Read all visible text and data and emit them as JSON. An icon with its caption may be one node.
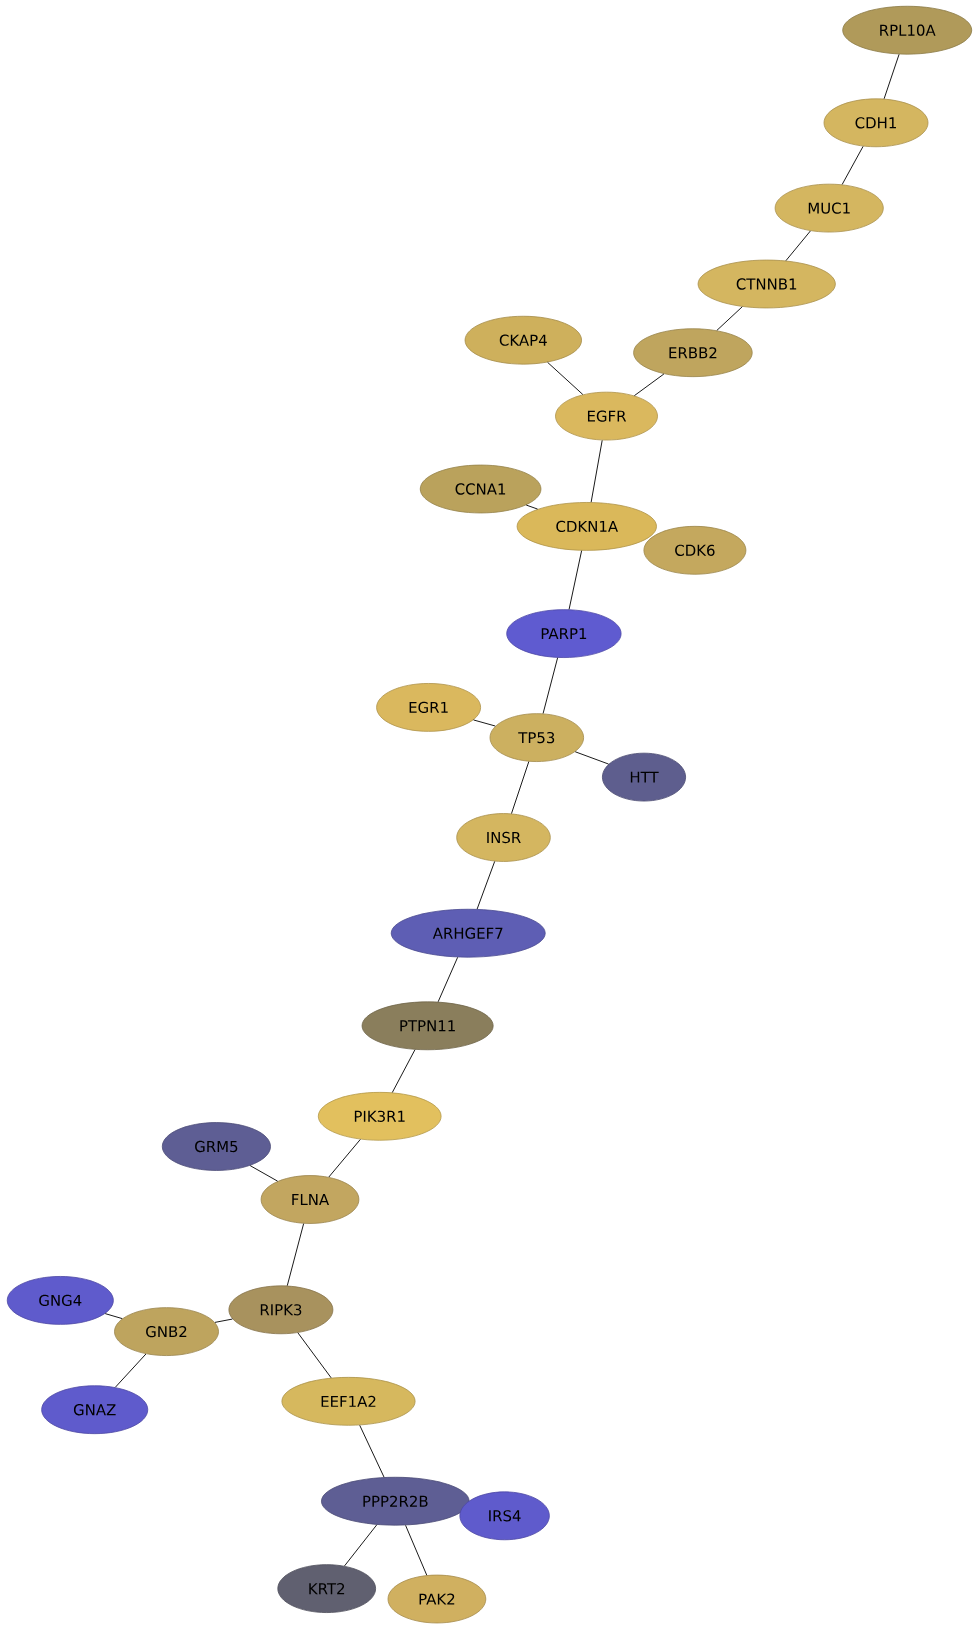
{
  "diagram": {
    "nodes": [
      {
        "text": [
          "RPL10A"
        ]
      },
      {
        "text": [
          "CDH1"
        ]
      },
      {
        "text": [
          "MUC1"
        ]
      },
      {
        "text": [
          "CTNNB1"
        ]
      },
      {
        "text": [
          "ERBB2"
        ]
      },
      {
        "text": [
          "CKAP4"
        ]
      },
      {
        "text": [
          "EGFR"
        ]
      },
      {
        "text": [
          "CCNA1"
        ]
      },
      {
        "text": [
          "CDKN1A"
        ]
      },
      {
        "text": [
          "CDK6"
        ]
      },
      {
        "text": [
          "PARP1"
        ]
      },
      {
        "text": [
          "EGR1"
        ]
      },
      {
        "text": [
          "TP53"
        ]
      },
      {
        "text": [
          "HTT"
        ]
      },
      {
        "text": [
          "INSR"
        ]
      },
      {
        "text": [
          "ARHGEF7"
        ]
      },
      {
        "text": [
          "PTPN11"
        ]
      },
      {
        "text": [
          "PIK3R1"
        ]
      },
      {
        "text": [
          "GRM5"
        ]
      },
      {
        "text": [
          "FLNA"
        ]
      },
      {
        "text": [
          "GNG4"
        ]
      },
      {
        "text": [
          "RIPK3"
        ]
      },
      {
        "text": [
          "GNB2"
        ]
      },
      {
        "text": [
          "GNAZ"
        ]
      },
      {
        "text": [
          "EEF1A2"
        ]
      },
      {
        "text": [
          "PPP2R2B"
        ]
      },
      {
        "text": [
          "IRS4"
        ]
      },
      {
        "text": [
          "KRT2"
        ]
      },
      {
        "text": [
          "PAK2"
        ]
      }
    ],
    "edges": [
      {
        "from": 0,
        "to": 1,
        "arrow": "none"
      },
      {
        "from": 1,
        "to": 2,
        "arrow": "none"
      },
      {
        "from": 2,
        "to": 3,
        "arrow": "none"
      },
      {
        "from": 3,
        "to": 4,
        "arrow": "none"
      },
      {
        "from": 5,
        "to": 6,
        "arrow": "none"
      },
      {
        "from": 4,
        "to": 6,
        "arrow": "none"
      },
      {
        "from": 6,
        "to": 8,
        "arrow": "none"
      },
      {
        "from": 7,
        "to": 8,
        "arrow": "none"
      },
      {
        "from": 8,
        "to": 10,
        "arrow": "none"
      },
      {
        "from": 10,
        "to": 12,
        "arrow": "none"
      },
      {
        "from": 11,
        "to": 12,
        "arrow": "none"
      },
      {
        "from": 12,
        "to": 13,
        "arrow": "none"
      },
      {
        "from": 12,
        "to": 14,
        "arrow": "none"
      },
      {
        "from": 14,
        "to": 15,
        "arrow": "none"
      },
      {
        "from": 15,
        "to": 16,
        "arrow": "none"
      },
      {
        "from": 16,
        "to": 17,
        "arrow": "none"
      },
      {
        "from": 17,
        "to": 19,
        "arrow": "none"
      },
      {
        "from": 18,
        "to": 19,
        "arrow": "none"
      },
      {
        "from": 19,
        "to": 21,
        "arrow": "none"
      },
      {
        "from": 20,
        "to": 22,
        "arrow": "none"
      },
      {
        "from": 22,
        "to": 21,
        "arrow": "none"
      },
      {
        "from": 22,
        "to": 23,
        "arrow": "none"
      },
      {
        "from": 21,
        "to": 24,
        "arrow": "none"
      },
      {
        "from": 24,
        "to": 25,
        "arrow": "none"
      },
      {
        "from": 25,
        "to": 27,
        "arrow": "none"
      },
      {
        "from": 25,
        "to": 28,
        "arrow": "none"
      }
    ]
  }
}
